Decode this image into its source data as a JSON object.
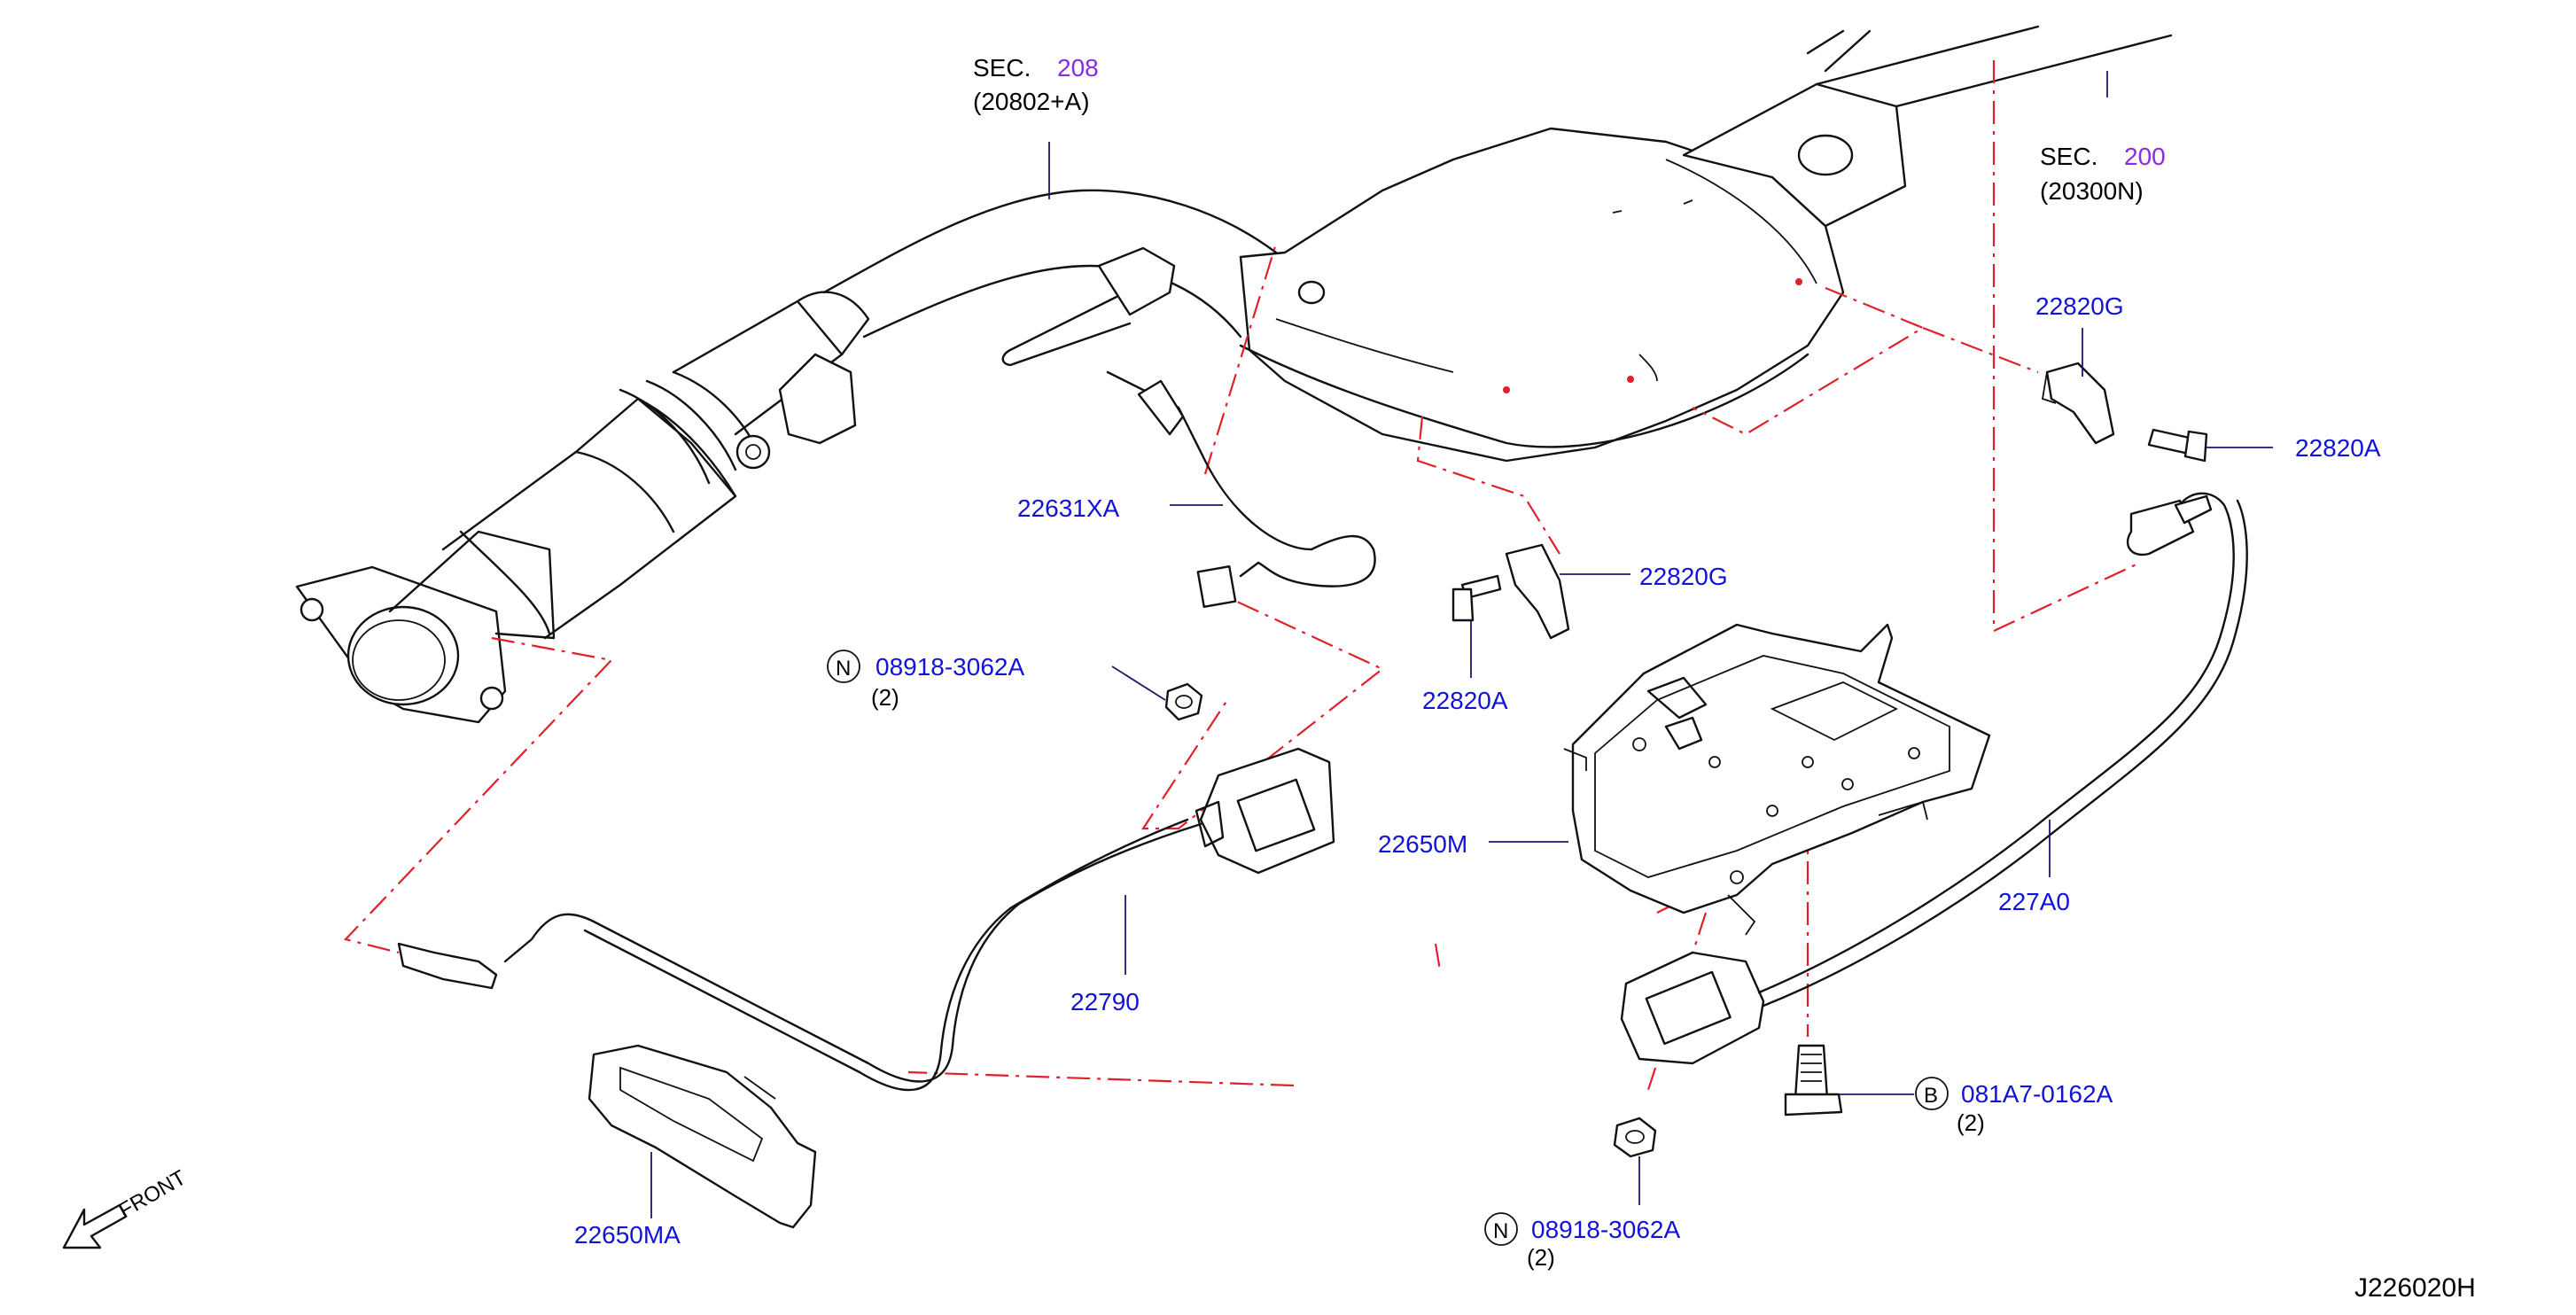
{
  "sec_labels": [
    {
      "sec": "SEC.",
      "num": "208",
      "ref": "(20802+A)"
    },
    {
      "sec": "SEC.",
      "num": "200",
      "ref": "(20300N)"
    }
  ],
  "callouts": {
    "bracket_upper_right": "22820G",
    "bolt_upper_right": "22820A",
    "sensor_upstream": "22631XA",
    "bracket_middle": "22820G",
    "bolt_middle": "22820A",
    "nut_upper": "08918-3062A",
    "nut_upper_qty": "(2)",
    "sensor_lower": "22790",
    "heat_shield_large": "22650M",
    "sensor_rear": "227A0",
    "bolt_lower": "081A7-0162A",
    "bolt_lower_qty": "(2)",
    "nut_lower": "08918-3062A",
    "nut_lower_qty": "(2)",
    "heat_shield_small": "22650MA"
  },
  "markers": {
    "nut": "N",
    "bolt": "B"
  },
  "front": "FRONT",
  "diagram_id": "J226020H"
}
